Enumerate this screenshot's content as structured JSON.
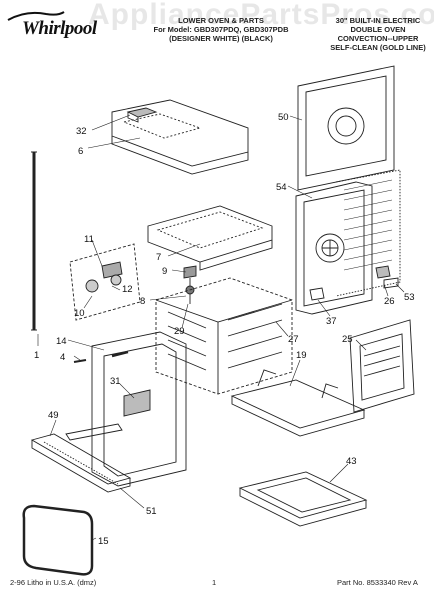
{
  "watermark": "AppliancePartsPros.com",
  "brand": "Whirlpool",
  "header": {
    "center_line1": "LOWER OVEN & PARTS",
    "center_line2": "For Model: GBD307PDQ, GBD307PDB",
    "center_line3": "(DESIGNER WHITE)    (BLACK)",
    "right_line1": "30\" BUILT-IN ELECTRIC",
    "right_line2": "DOUBLE OVEN",
    "right_line3": "CONVECTION--UPPER",
    "right_line4": "SELF-CLEAN (GOLD LINE)"
  },
  "callouts": {
    "c32": "32",
    "c6": "6",
    "c50": "50",
    "c54": "54",
    "c11": "11",
    "c7": "7",
    "c9": "9",
    "c8": "8",
    "c12": "12",
    "c10": "10",
    "c26": "26",
    "c53": "53",
    "c29": "29",
    "c37": "37",
    "c14": "14",
    "c1": "1",
    "c4": "4",
    "c27": "27",
    "c25": "25",
    "c31": "31",
    "c19": "19",
    "c49": "49",
    "c43": "43",
    "c51": "51",
    "c15": "15"
  },
  "footer": {
    "left": "2-96 Litho in U.S.A. (dmz)",
    "center": "1",
    "right": "Part No. 8533340 Rev A"
  }
}
